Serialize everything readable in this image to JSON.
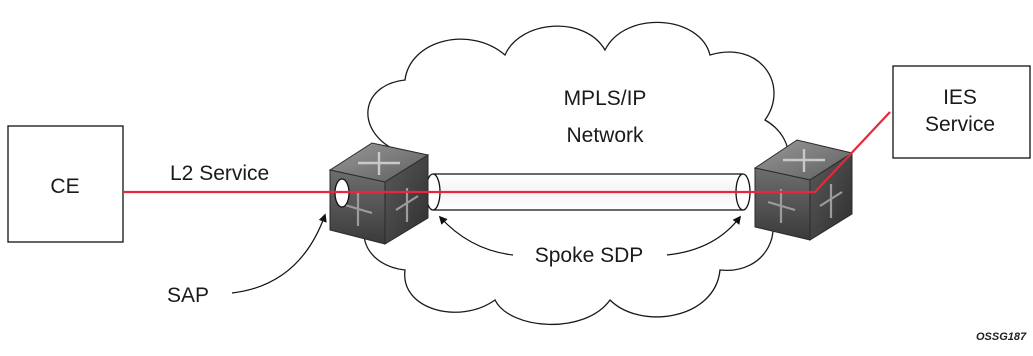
{
  "diagram": {
    "ce_label": "CE",
    "ies_label_line1": "IES",
    "ies_label_line2": "Service",
    "cloud_label_line1": "MPLS/IP",
    "cloud_label_line2": "Network",
    "l2_service_label": "L2 Service",
    "spoke_sdp_label": "Spoke SDP",
    "sap_label": "SAP",
    "figure_id": "OSSG187"
  },
  "colors": {
    "service_line": "#e8283a",
    "router_dark": "#4a4a4a",
    "router_light": "#7a7a7a",
    "outline": "#111111"
  },
  "icons": {
    "router_left": "router-cube-icon",
    "router_right": "router-cube-icon"
  }
}
